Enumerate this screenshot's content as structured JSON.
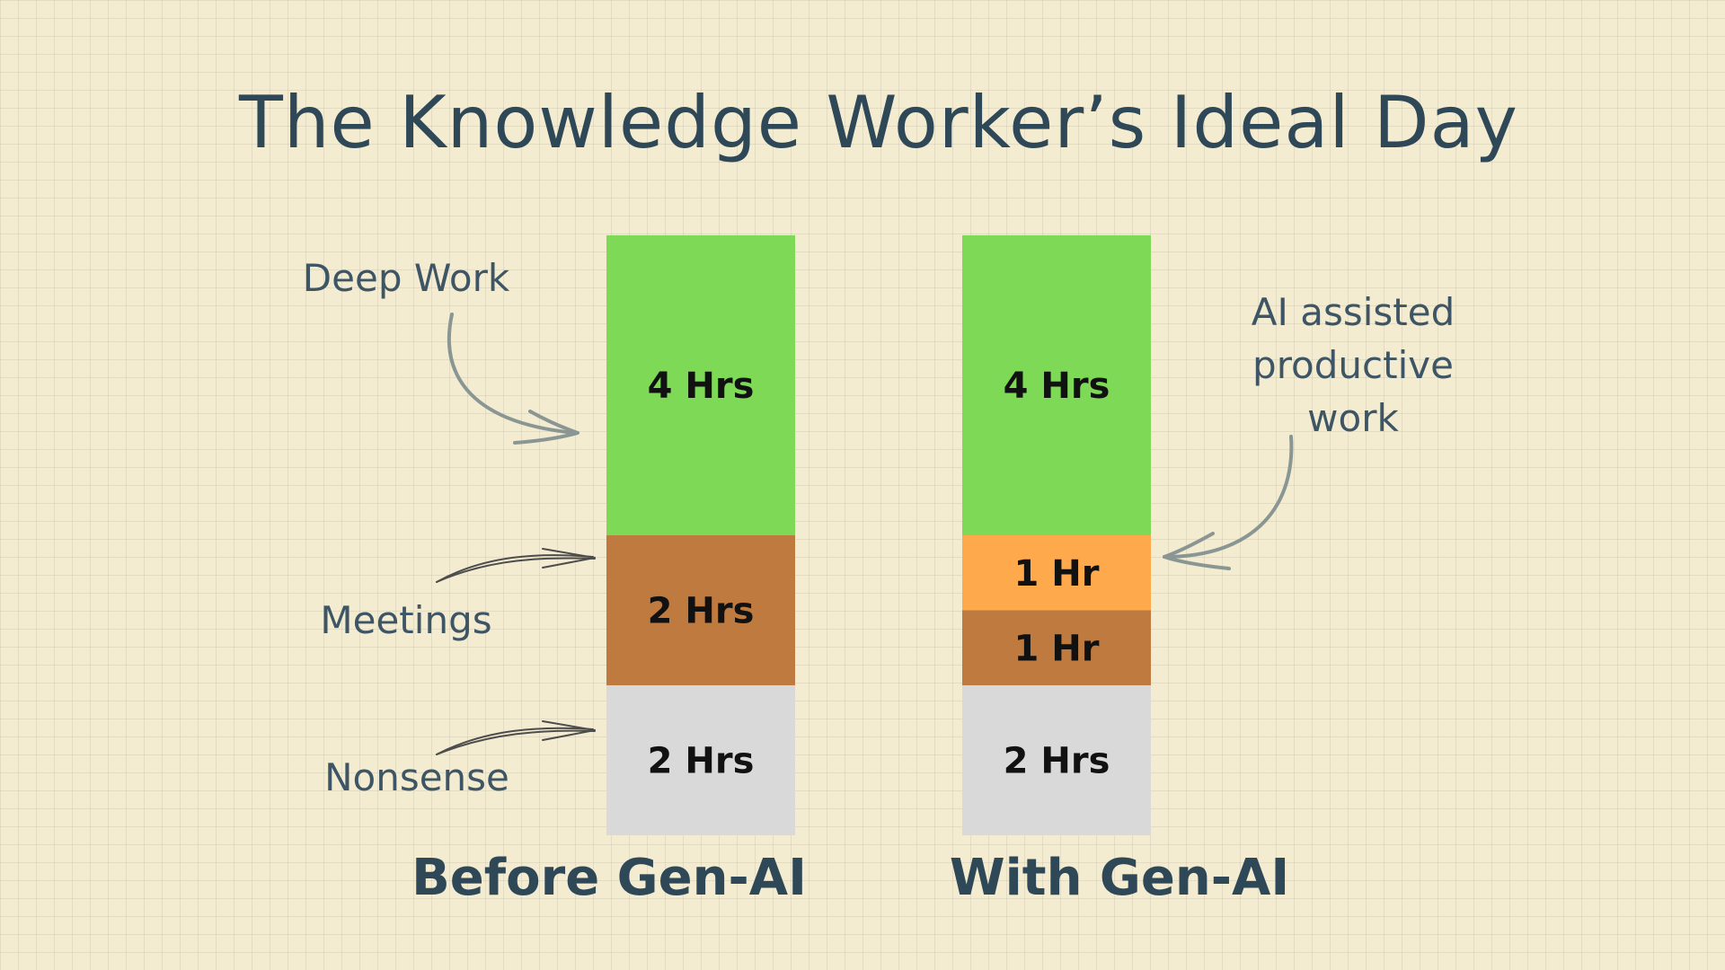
{
  "chart_data": {
    "type": "bar",
    "stacked": true,
    "title": "The Knowledge Worker’s Ideal Day",
    "categories": [
      "Before Gen-AI",
      "With Gen-AI"
    ],
    "stack_order": "bottom-to-top",
    "segments": [
      [
        {
          "label": "2 Hrs",
          "value": 2,
          "color": "#d9d9d9"
        },
        {
          "label": "2 Hrs",
          "value": 2,
          "color": "#bf7a40"
        },
        {
          "label": "4 Hrs",
          "value": 4,
          "color": "#7ed957"
        }
      ],
      [
        {
          "label": "2 Hrs",
          "value": 2,
          "color": "#d9d9d9"
        },
        {
          "label": "1 Hr",
          "value": 1,
          "color": "#bf7a40"
        },
        {
          "label": "1 Hr",
          "value": 1,
          "color": "#ffa94d"
        },
        {
          "label": "4 Hrs",
          "value": 4,
          "color": "#7ed957"
        }
      ]
    ],
    "annotations": [
      {
        "lines": [
          "Deep Work"
        ]
      },
      {
        "lines": [
          "Meetings"
        ]
      },
      {
        "lines": [
          "Nonsense"
        ]
      },
      {
        "lines": [
          "AI assisted",
          "productive",
          "work"
        ]
      }
    ],
    "colors": {
      "title": "#2f4858",
      "annotation": "#3d5564",
      "arrow": "#8a9693",
      "background": "#f4ecd0"
    },
    "ylim": [
      0,
      8
    ]
  }
}
